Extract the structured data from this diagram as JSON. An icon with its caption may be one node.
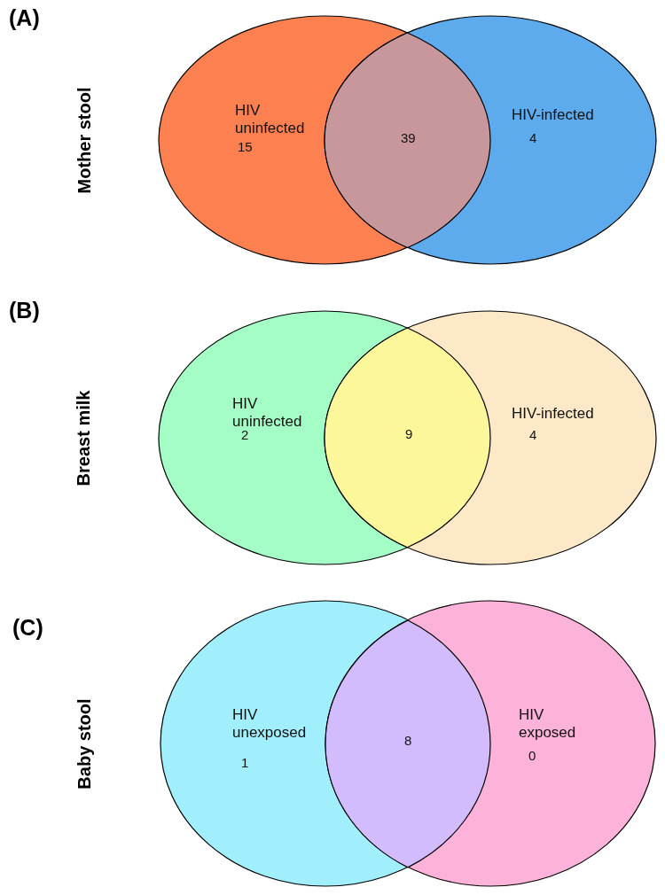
{
  "diagram": {
    "nodes": [
      {
        "text": [
          "HIV uninfected",
          "15"
        ]
      },
      {
        "text": [
          "39"
        ]
      },
      {
        "text": [
          "HIV-infected",
          "4"
        ]
      },
      {
        "text": [
          "HIV uninfected",
          "2"
        ]
      },
      {
        "text": [
          "9"
        ]
      },
      {
        "text": [
          "HIV-infected",
          "4"
        ]
      },
      {
        "text": [
          "HIV unexposed",
          "1"
        ]
      },
      {
        "text": [
          "8"
        ]
      },
      {
        "text": [
          "HIV exposed",
          "0"
        ]
      }
    ],
    "labels": [
      "(A)",
      "Mother stool",
      "(B)",
      "Breast milk",
      "(C)",
      "Baby stool"
    ]
  }
}
